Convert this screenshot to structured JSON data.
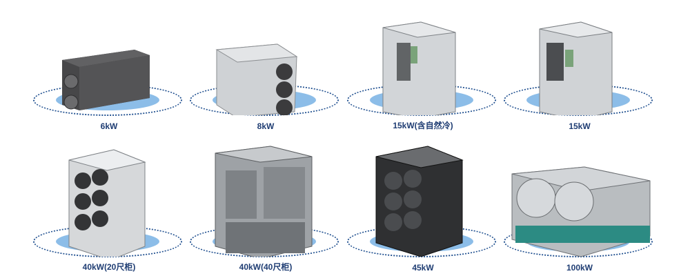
{
  "products": [
    {
      "label": "6kW",
      "icon": "compact-wall-unit-icon"
    },
    {
      "label": "8kW",
      "icon": "wall-unit-with-fans-icon"
    },
    {
      "label": "15kW(含自然冷)",
      "icon": "cabinet-unit-natural-cooling-icon"
    },
    {
      "label": "15kW",
      "icon": "cabinet-unit-icon"
    },
    {
      "label": "40kW(20尺柜)",
      "icon": "six-fan-cabinet-unit-icon"
    },
    {
      "label": "40kW(40尺柜)",
      "icon": "large-cabinet-unit-icon"
    },
    {
      "label": "45kW",
      "icon": "six-fan-tall-unit-icon"
    },
    {
      "label": "100kW",
      "icon": "skid-mounted-unit-icon"
    }
  ],
  "colors": {
    "label": "#1f3d73",
    "platform_fill": "#7fb6e6",
    "platform_ring": "#1f4f8f",
    "unit_dark": "#4d4d4f",
    "unit_light": "#d7d9db",
    "accent_teal": "#2c8b83"
  }
}
